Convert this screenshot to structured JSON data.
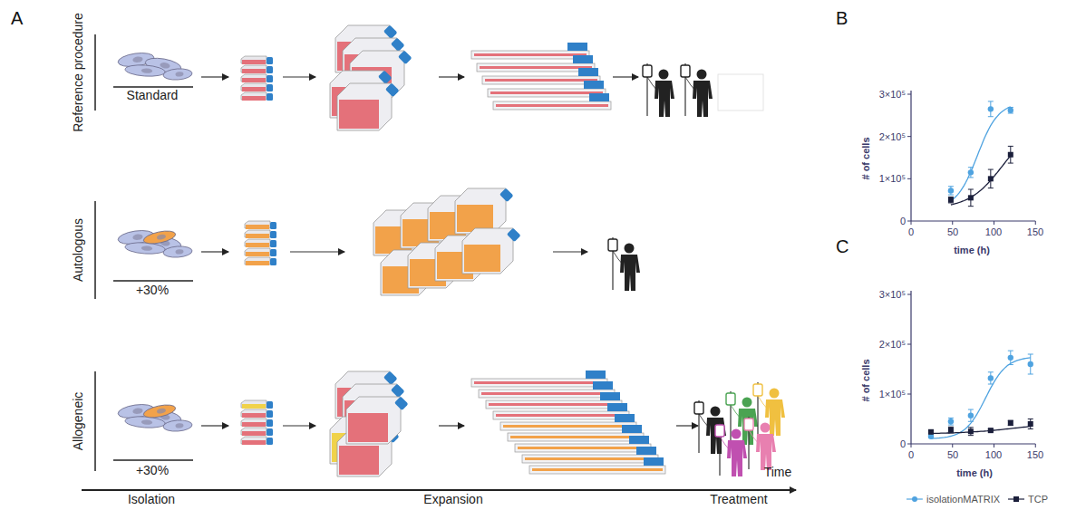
{
  "diagram": {
    "labels": [
      "A",
      "Reference procedure",
      "Standard",
      "Autologous",
      "+30%",
      "Allogeneic",
      "+30%",
      "Time",
      "Isolation",
      "Expansion",
      "Treatment",
      "B",
      "3×10⁵",
      "2×10⁵",
      "1×10⁵",
      "0",
      "# of cells",
      "0",
      "50",
      "100",
      "150",
      "time (h)",
      "C",
      "3×10⁵",
      "2×10⁵",
      "1×10⁵",
      "0",
      "# of cells",
      "0",
      "50",
      "100",
      "150",
      "time (h)"
    ],
    "legend": [
      {
        "text": "isolationMATRIX"
      },
      {
        "text": "TCP"
      }
    ]
  }
}
